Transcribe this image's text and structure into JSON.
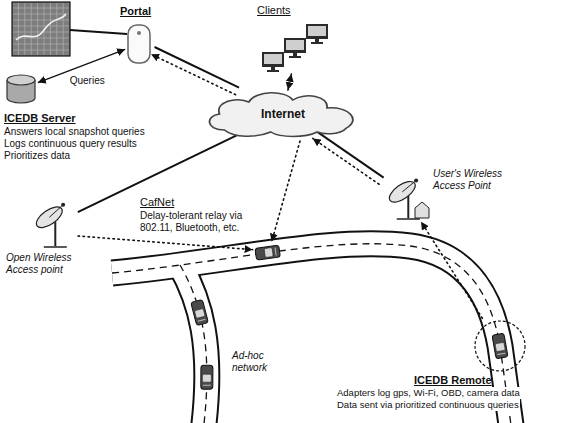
{
  "diagram": {
    "nodes": [
      {
        "text": [
          "Portal"
        ]
      },
      {
        "text": [
          "ICEDB Server",
          "Answers local snapshot queries",
          "Logs continuous query results",
          "Prioritizes data"
        ]
      },
      {
        "text": [
          "Clients"
        ]
      },
      {
        "text": [
          "Internet"
        ]
      },
      {
        "text": [
          "Open Wireless Access point"
        ]
      },
      {
        "text": [
          "User's Wireless Access Point"
        ]
      },
      {
        "text": [
          "ICEDB Remote",
          "Adapters log gps, Wi-Fi, OBD, camera data",
          "Data sent via prioritized continuous queries"
        ]
      }
    ],
    "edges": [
      {
        "from": 0,
        "to": 1,
        "label": "Queries",
        "arrow": "both"
      },
      {
        "from": 0,
        "to": 3,
        "arrow": "none"
      },
      {
        "from": 3,
        "to": 0,
        "arrow": "to"
      },
      {
        "from": 3,
        "to": 2,
        "arrow": "both"
      },
      {
        "from": 4,
        "to": 3,
        "arrow": "none"
      },
      {
        "from": 5,
        "to": 3,
        "arrow": "none"
      },
      {
        "from": 5,
        "to": 3,
        "arrow": "to"
      },
      {
        "from": 6,
        "to": 5,
        "arrow": "to"
      }
    ],
    "labels": [
      "CafNet",
      "Delay-tolerant relay via 802.11, Bluetooth, etc.",
      "Ad-hoc network"
    ]
  }
}
